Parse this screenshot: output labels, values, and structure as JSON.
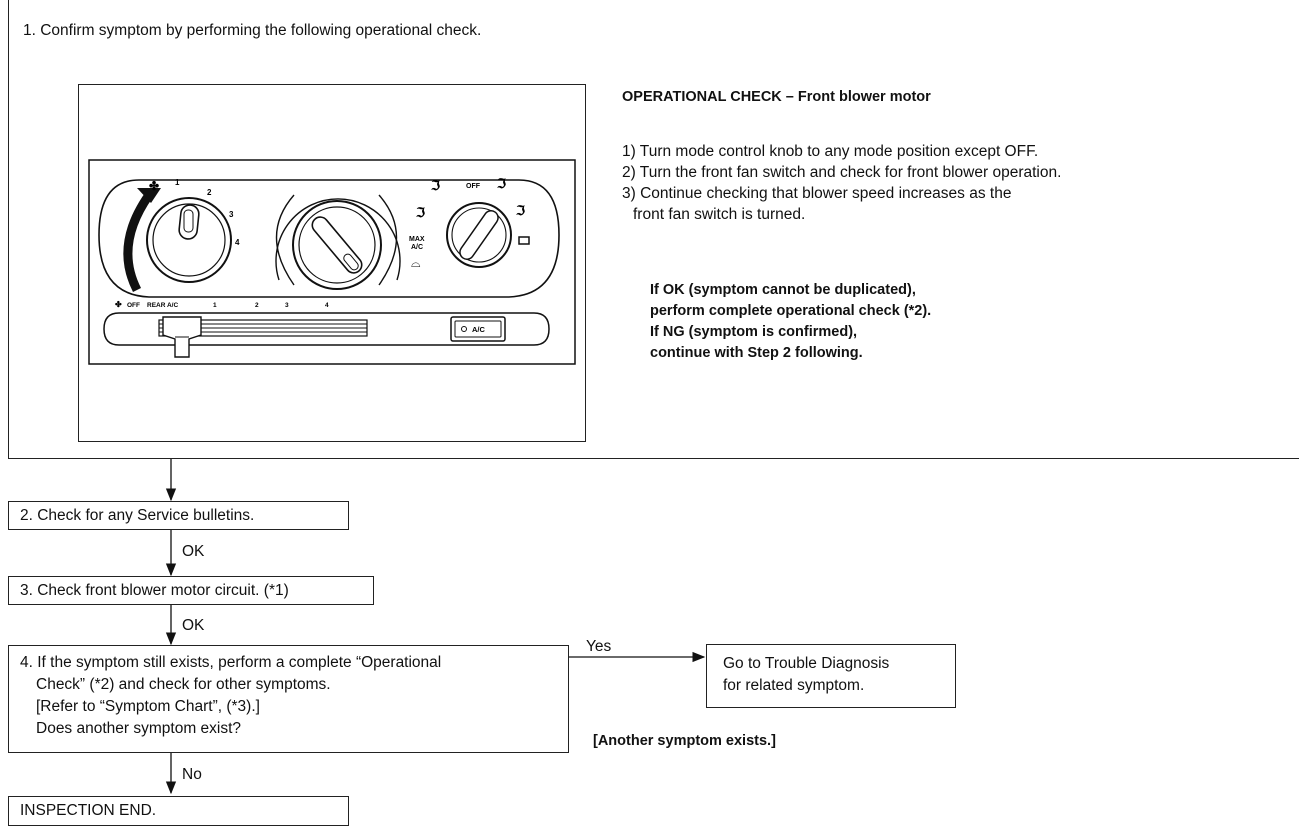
{
  "step1": {
    "title": "1. Confirm symptom by performing the following operational check.",
    "check_heading": "OPERATIONAL CHECK – Front blower motor",
    "check_items": [
      "1) Turn mode control knob to any mode position except OFF.",
      "2) Turn the front fan switch and check for front blower operation.",
      "3) Continue checking that blower speed increases as the",
      "front fan switch is turned."
    ],
    "result_lines": [
      "If OK (symptom cannot be duplicated),",
      "perform complete operational check (*2).",
      "If NG (symptom is confirmed),",
      "continue with Step 2 following."
    ],
    "panel_labels": {
      "fan_1": "1",
      "fan_2": "2",
      "fan_3": "3",
      "fan_4": "4",
      "mode_off": "OFF",
      "max_ac": "MAX",
      "max_ac_2": "A/C",
      "slider_off": "OFF",
      "slider_rear": "REAR A/C",
      "slider_1": "1",
      "slider_2": "2",
      "slider_3": "3",
      "slider_4": "4",
      "ac_button": "A/C"
    }
  },
  "step2": {
    "label": "2. Check for any Service bulletins."
  },
  "ok_1": "OK",
  "step3": {
    "label": "3. Check front blower motor circuit. (*1)"
  },
  "ok_2": "OK",
  "step4": {
    "lines": [
      "4. If the symptom still exists, perform a complete “Operational",
      "Check” (*2) and check for other symptoms.",
      "[Refer to “Symptom Chart”, (*3).]",
      "Does another symptom exist?"
    ]
  },
  "yes_label": "Yes",
  "no_label": "No",
  "trouble_box": {
    "lines": [
      "Go to Trouble Diagnosis",
      "for related symptom."
    ]
  },
  "another_symptom": "[Another symptom exists.]",
  "end_box": {
    "label": "INSPECTION END."
  }
}
